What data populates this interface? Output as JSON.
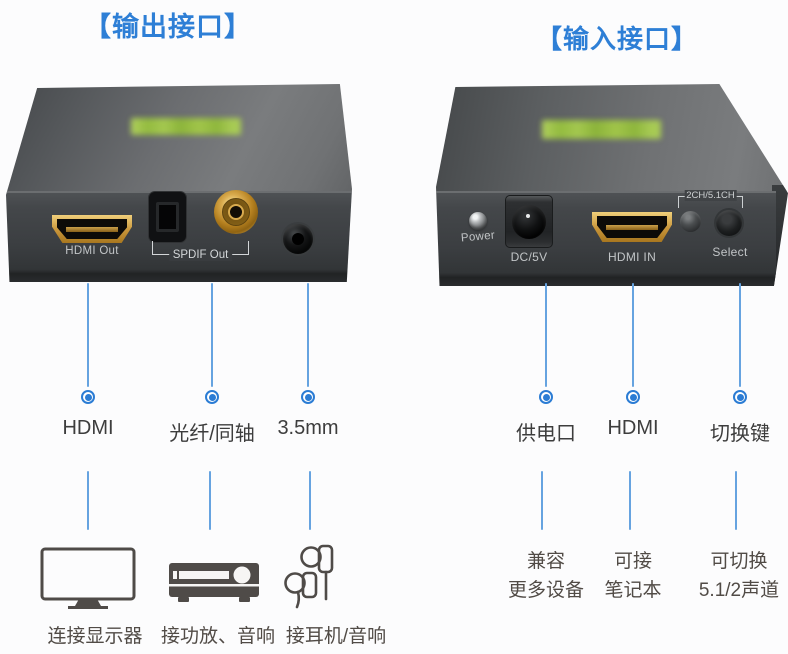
{
  "header": {
    "output_title": "【输出接口】",
    "input_title": "【输入接口】"
  },
  "output_device": {
    "hdmi_port_label": "HDMI Out",
    "spdif_bracket_label": "SPDIF Out"
  },
  "input_device": {
    "power_led_label": "Power",
    "dc_jack_label": "DC/5V",
    "hdmi_port_label": "HDMI IN",
    "channel_bracket_label": "2CH/5.1CH",
    "select_button_label": "Select"
  },
  "output_callouts": [
    {
      "label": "HDMI",
      "icon": "monitor-icon",
      "caption": "连接显示器"
    },
    {
      "label": "光纤/同轴",
      "icon": "amplifier-icon",
      "caption": "接功放、音响"
    },
    {
      "label": "3.5mm",
      "icon": "earphones-icon",
      "caption": "接耳机/音响"
    }
  ],
  "input_callouts": [
    {
      "label": "供电口",
      "caption_line1": "兼容",
      "caption_line2": "更多设备"
    },
    {
      "label": "HDMI",
      "caption_line1": "可接",
      "caption_line2": "笔记本"
    },
    {
      "label": "切换键",
      "caption_line1": "可切换",
      "caption_line2": "5.1/2声道"
    }
  ],
  "colors": {
    "title_blue": "#2e7fd6",
    "callout_line_blue": "#66a3e0",
    "callout_dot_blue": "#2b7cd4",
    "device_body_gray": "#3b3e41",
    "port_gold": "#c8953a",
    "sticker_green": "#9fc743",
    "label_dark": "#3d3d3d",
    "caption_gray": "#514b46"
  }
}
